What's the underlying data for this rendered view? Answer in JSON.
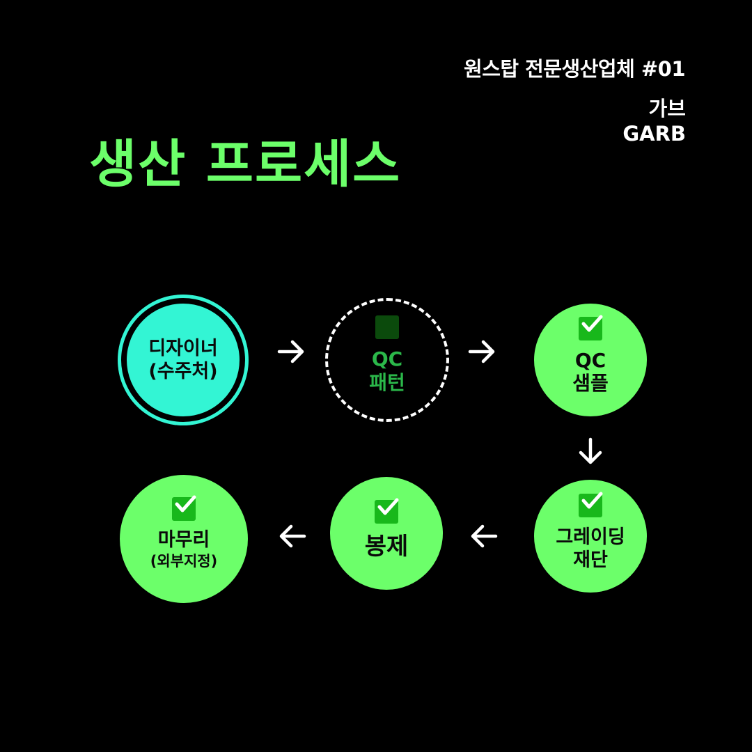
{
  "header": {
    "series": "원스탑 전문생산업체 #01",
    "brand_ko": "가브",
    "brand_en": "GARB"
  },
  "title": "생산 프로세스",
  "colors": {
    "background": "#000000",
    "accent_green": "#6cff6a",
    "client_cyan": "#33f5d4",
    "check_green": "#18b81b",
    "pending_text": "#2bb84a"
  },
  "process": {
    "designer": {
      "line1": "디자이너",
      "line2": "(수주처)"
    },
    "qc_pattern": {
      "line1": "QC",
      "line2": "패턴",
      "status": "unchecked"
    },
    "qc_sample": {
      "line1": "QC",
      "line2": "샘플",
      "status": "checked"
    },
    "grading_cutting": {
      "line1": "그레이딩",
      "line2": "재단",
      "status": "checked"
    },
    "sewing": {
      "line1": "봉제",
      "status": "checked"
    },
    "finishing": {
      "line1": "마무리",
      "line2": "(외부지정)",
      "status": "checked"
    }
  },
  "icons": {
    "check": "checkbox-checked-icon",
    "empty": "checkbox-empty-icon",
    "arrow_right": "arrow-right-icon",
    "arrow_down": "arrow-down-icon",
    "arrow_left": "arrow-left-icon"
  }
}
